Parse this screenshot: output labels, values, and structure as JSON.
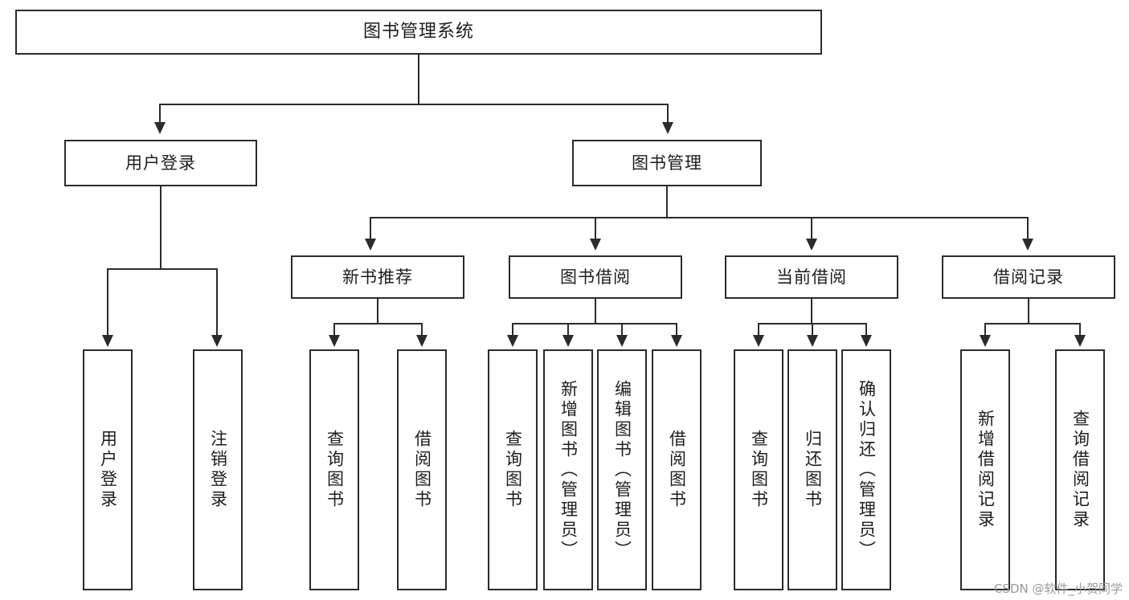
{
  "diagram": {
    "type": "tree-hierarchy-flowchart",
    "title": "图书管理系统",
    "root": {
      "label": "图书管理系统"
    },
    "level2": [
      {
        "label": "用户登录"
      },
      {
        "label": "图书管理"
      }
    ],
    "level3": [
      {
        "label": "新书推荐"
      },
      {
        "label": "图书借阅"
      },
      {
        "label": "当前借阅"
      },
      {
        "label": "借阅记录"
      }
    ],
    "leaves": {
      "user_login": [
        {
          "label": "用户登录"
        },
        {
          "label": "注销登录"
        }
      ],
      "new_book_recommend": [
        {
          "label": "查询图书"
        },
        {
          "label": "借阅图书"
        }
      ],
      "book_borrow": [
        {
          "label": "查询图书"
        },
        {
          "label": "新增图书（管理员）"
        },
        {
          "label": "编辑图书（管理员）"
        },
        {
          "label": "借阅图书"
        }
      ],
      "current_borrow": [
        {
          "label": "查询图书"
        },
        {
          "label": "归还图书"
        },
        {
          "label": "确认归还（管理员）"
        }
      ],
      "borrow_record": [
        {
          "label": "新增借阅记录"
        },
        {
          "label": "查询借阅记录"
        }
      ]
    },
    "watermark": "CSDN @软件_小贺同学",
    "colors": {
      "border": "#2b2b2b",
      "background": "#ffffff",
      "text": "#1d1d1d",
      "watermark": "#9a9a9a"
    }
  }
}
